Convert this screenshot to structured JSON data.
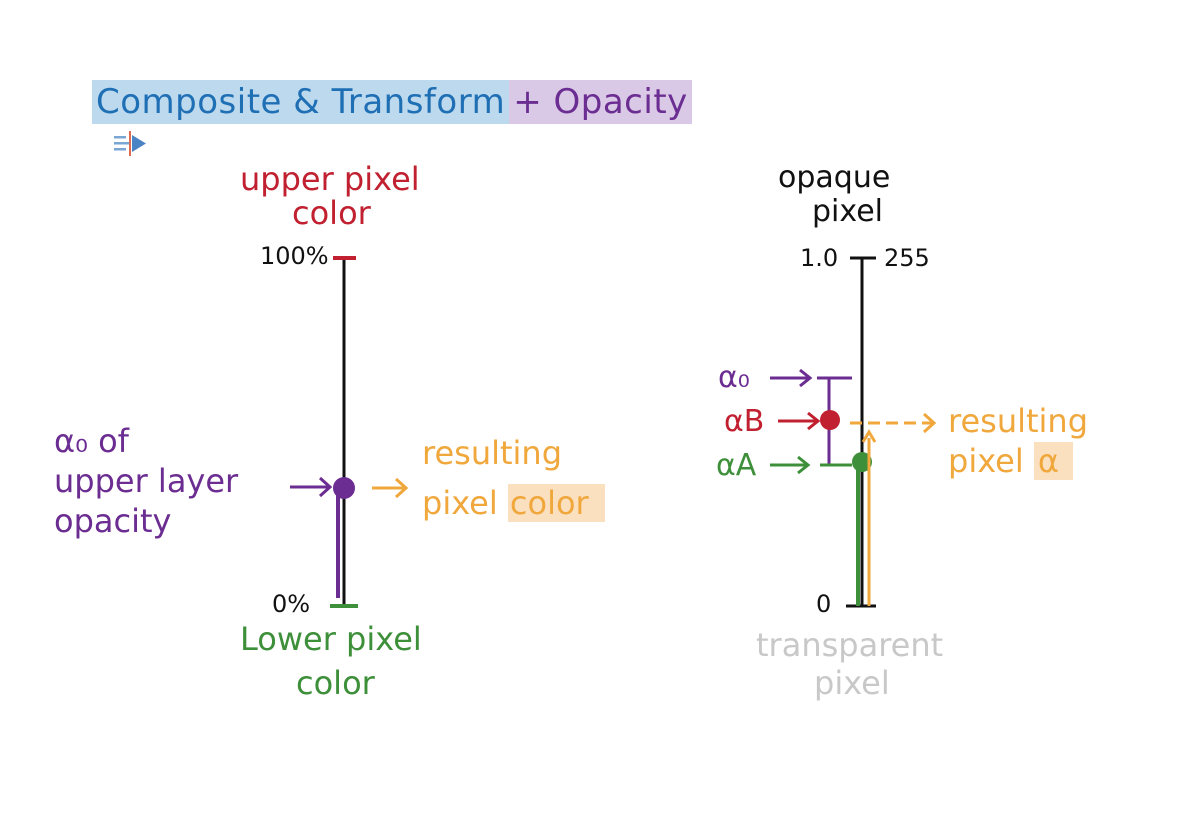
{
  "title": {
    "part1": "Composite & Transform",
    "part2": "+ Opacity"
  },
  "left": {
    "top_label_line1": "upper pixel",
    "top_label_line2": "color",
    "tick_top": "100%",
    "tick_bottom": "0%",
    "bottom_label_line1": "Lower pixel",
    "bottom_label_line2": "color",
    "alpha_label_line1": "α₀ of",
    "alpha_label_line2": "upper layer",
    "alpha_label_line3": "opacity",
    "result_line1": "resulting",
    "result_line2a": "pixel",
    "result_line2b": "color"
  },
  "right": {
    "top_label_line1": "opaque",
    "top_label_line2": "pixel",
    "tick_top_left": "1.0",
    "tick_top_right": "255",
    "tick_bottom": "0",
    "alpha_o": "α₀",
    "alpha_b": "αB",
    "alpha_a": "αA",
    "result_line1": "resulting",
    "result_line2a": "pixel",
    "result_line2b": "α",
    "bottom_label_line1": "transparent",
    "bottom_label_line2": "pixel"
  },
  "colors": {
    "blue": "#1f6fb5",
    "purple": "#6b2d91",
    "red": "#c0202f",
    "green": "#3e8f3a",
    "orange": "#f0a73c",
    "grey": "#c8c8c8"
  },
  "icons": {
    "toolbar": "collapse-arrow-icon"
  }
}
